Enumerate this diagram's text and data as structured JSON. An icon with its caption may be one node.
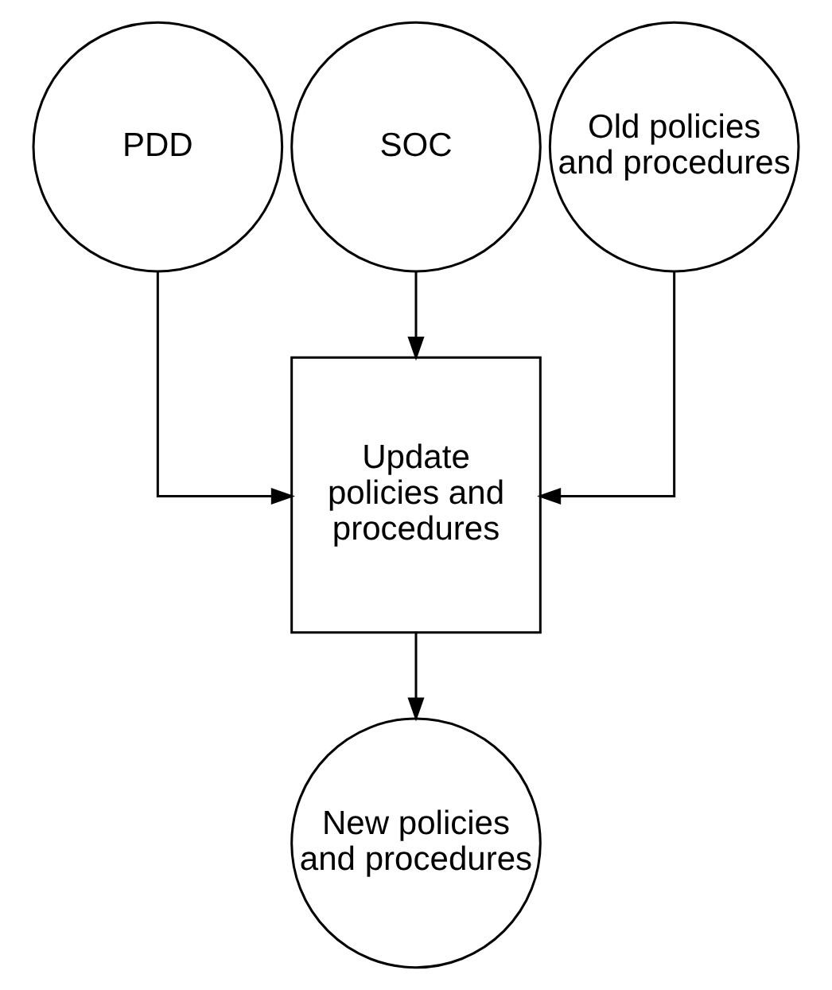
{
  "diagram": {
    "nodes": [
      {
        "text": [
          "PDD"
        ]
      },
      {
        "text": [
          "SOC"
        ]
      },
      {
        "text": [
          "Old policies and procedures"
        ]
      },
      {
        "text": [
          "Update policies and procedures"
        ]
      },
      {
        "text": [
          "New policies and procedures"
        ]
      }
    ],
    "edges": [
      {
        "from": 0,
        "to": 3,
        "arrow": "to"
      },
      {
        "from": 1,
        "to": 3,
        "arrow": "to"
      },
      {
        "from": 2,
        "to": 3,
        "arrow": "to"
      },
      {
        "from": 3,
        "to": 4,
        "arrow": "to"
      }
    ]
  }
}
